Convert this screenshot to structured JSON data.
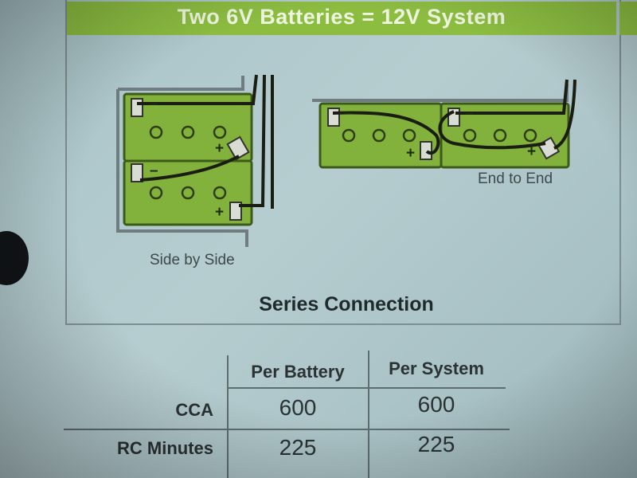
{
  "header": {
    "title": "Two 6V Batteries = 12V System"
  },
  "diagrams": {
    "side_by_side_label": "Side by Side",
    "end_to_end_label": "End to End",
    "minus": "–",
    "plus": "+"
  },
  "section": {
    "title": "Series Connection"
  },
  "table": {
    "columns": [
      "Per Battery",
      "Per System"
    ],
    "rows": [
      {
        "label": "CCA",
        "values": [
          "600",
          "600"
        ]
      },
      {
        "label": "RC Minutes",
        "values": [
          "225",
          "225"
        ]
      }
    ]
  },
  "colors": {
    "header_green": "#8cbd41",
    "battery_green": "#82b23c",
    "paper": "#b6cdd0"
  }
}
